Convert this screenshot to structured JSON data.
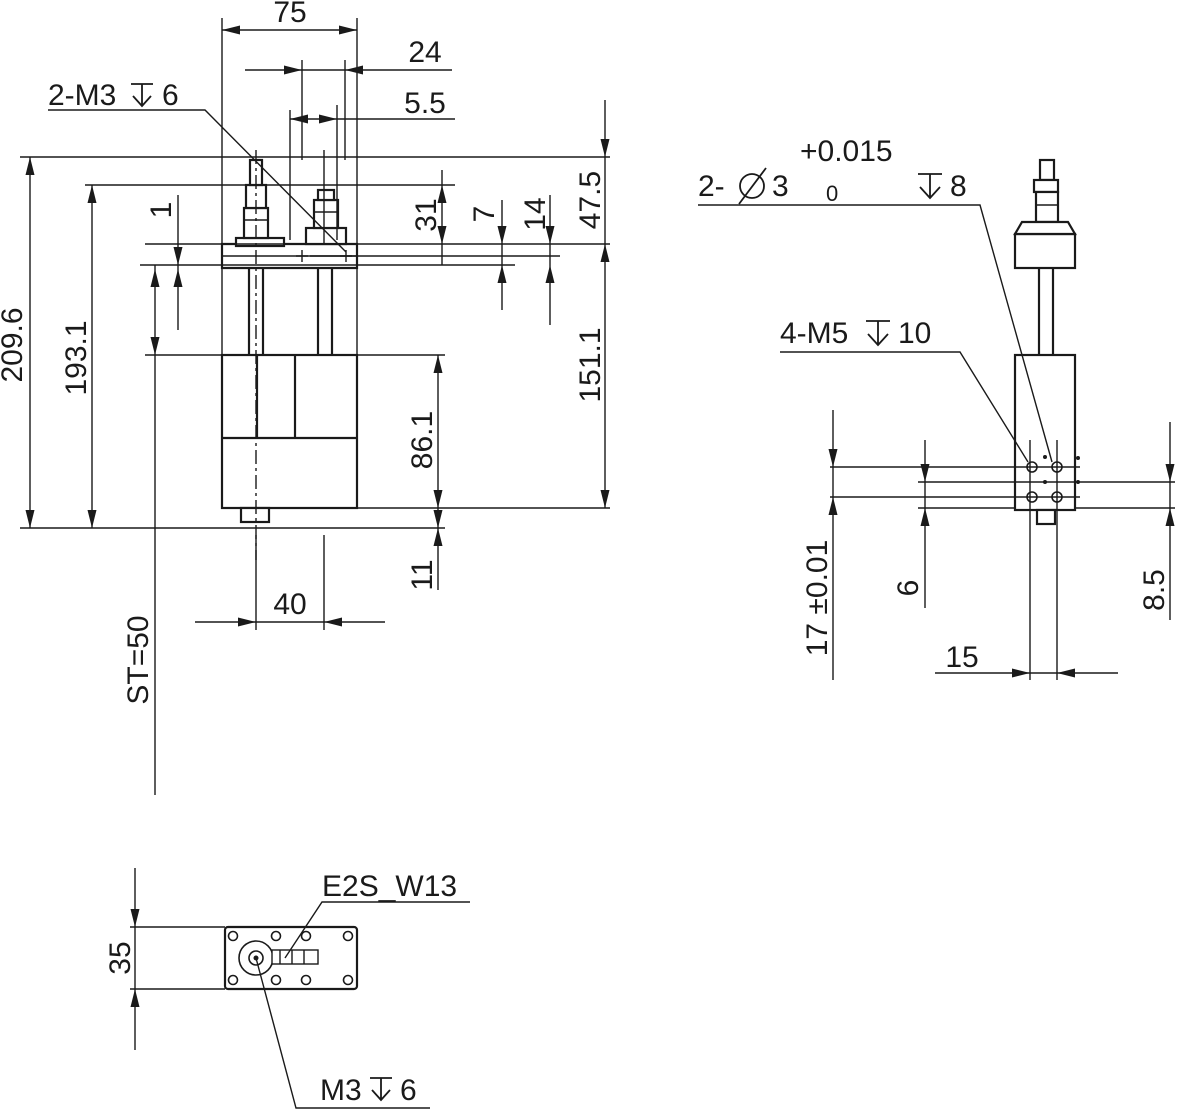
{
  "front_view": {
    "dim_75": "75",
    "dim_24": "24",
    "dim_5_5": "5.5",
    "callout_2m3": "2-M3",
    "callout_2m3_depth": "6",
    "dim_47_5": "47.5",
    "dim_31": "31",
    "dim_7": "7",
    "dim_14": "14",
    "dim_1": "1",
    "dim_209_6": "209.6",
    "dim_193_1": "193.1",
    "dim_151_1": "151.1",
    "dim_86_1": "86.1",
    "dim_11": "11",
    "dim_40": "40",
    "stroke_note": "ST=50"
  },
  "side_view": {
    "callout_2phi3": "2-",
    "phi_dia": "3",
    "tol_upper": "+0.015",
    "tol_lower": "0",
    "phi_depth": "8",
    "callout_4m5": "4-M5",
    "m5_depth": "10",
    "dim_17": "17 ±0.01",
    "dim_6": "6",
    "dim_8_5": "8.5",
    "dim_15": "15"
  },
  "bottom_view": {
    "connector": "E2S_W13",
    "dim_35": "35",
    "callout_m3": "M3",
    "m3_depth": "6"
  }
}
